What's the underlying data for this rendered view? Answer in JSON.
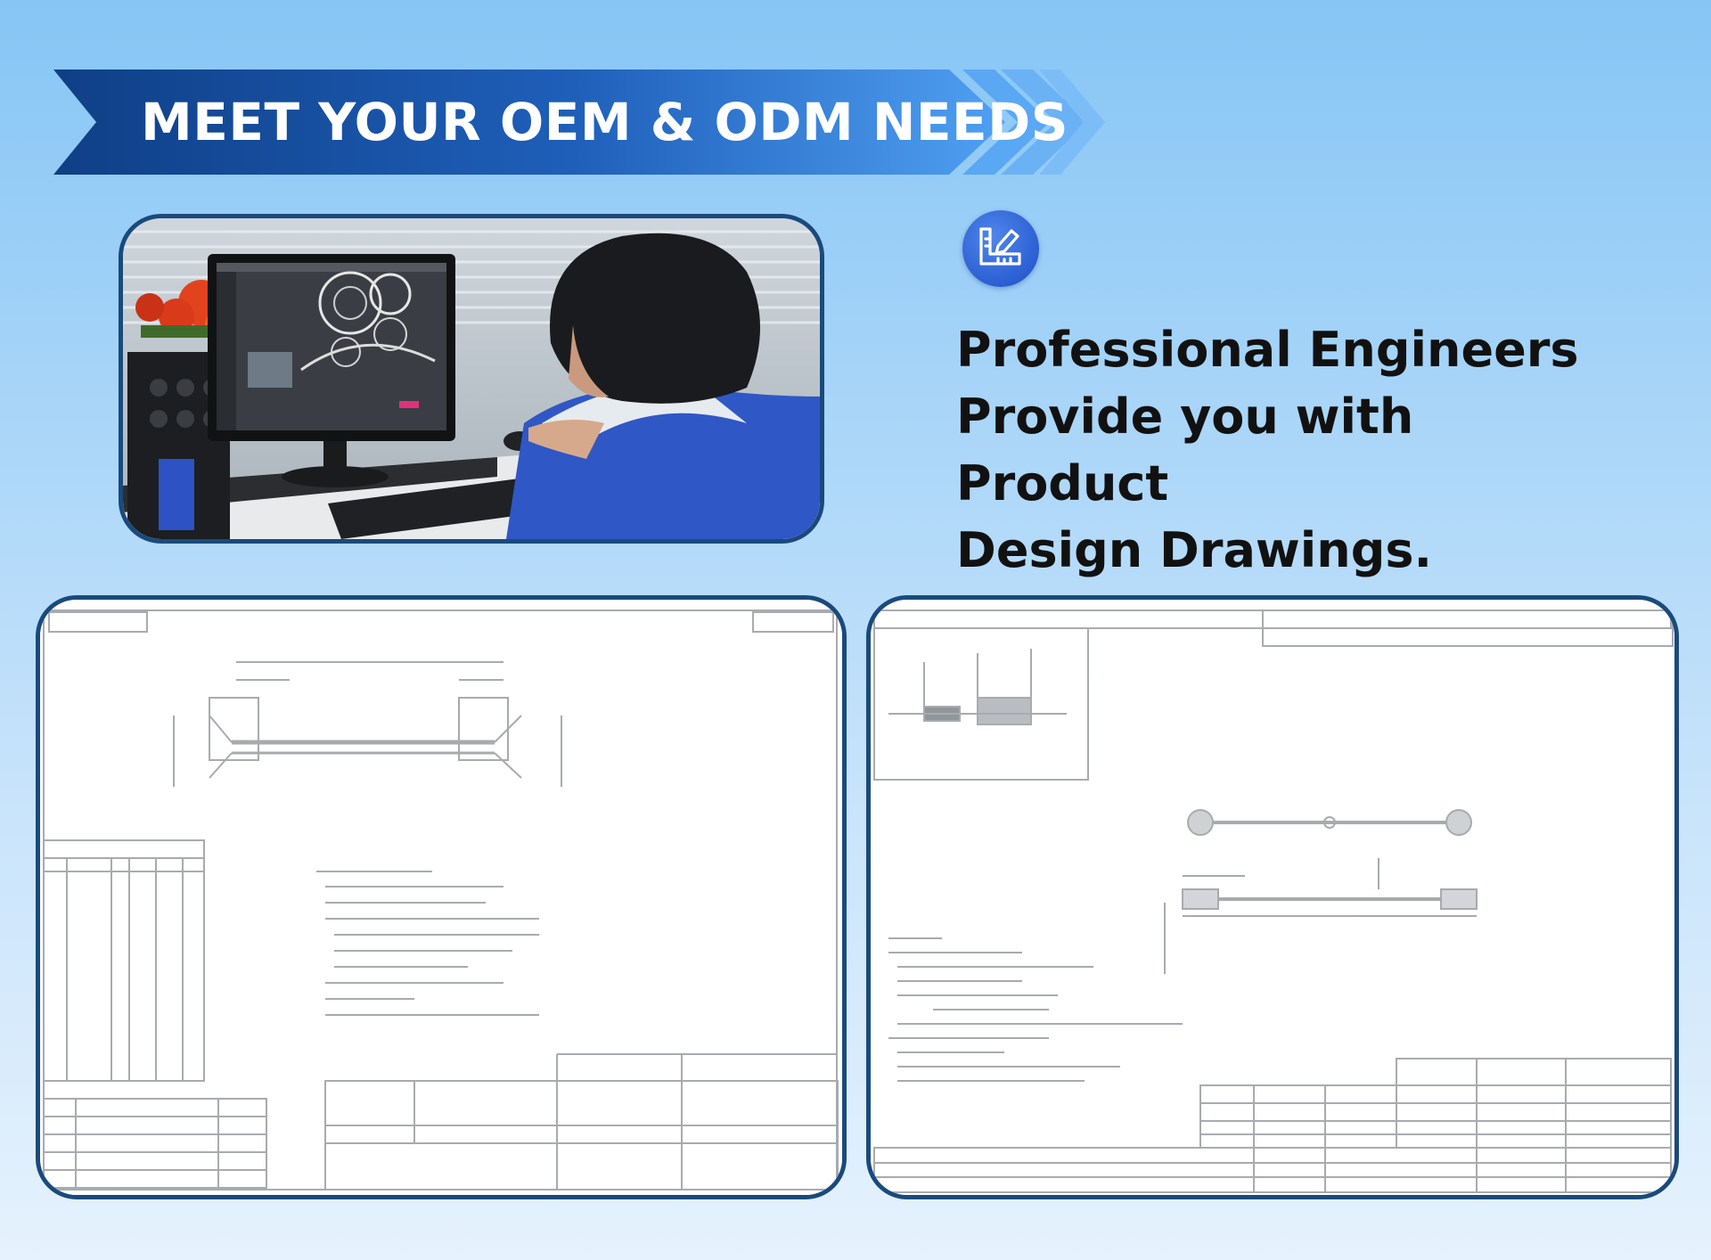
{
  "banner": {
    "title": "MEET YOUR OEM & ODM NEEDS",
    "colors": {
      "dark": "#0f3f86",
      "light": "#4fa0f2",
      "chevron": "#4a9cf0"
    }
  },
  "photo": {
    "subject": "engineer-at-cad-workstation",
    "border_color": "#1a4a7c"
  },
  "feature": {
    "icon": "ruler-pencil-icon",
    "icon_bg": "#2c5fd3",
    "lines": [
      "Professional Engineers",
      "Provide you with Product",
      "Design Drawings."
    ]
  },
  "drawings": {
    "left": {
      "subject": "cable-assembly-technical-drawing"
    },
    "right": {
      "subject": "rf-cable-technical-drawing"
    }
  }
}
